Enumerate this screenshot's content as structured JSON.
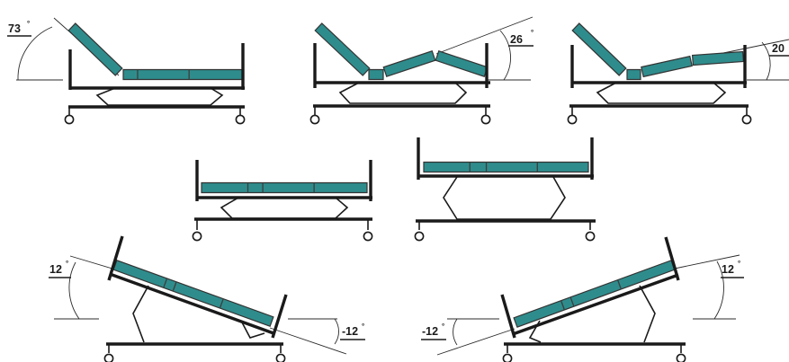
{
  "colors": {
    "mattress": "#2f8c8c",
    "frame": "#1a1a1a",
    "background": "#ffffff"
  },
  "angle_labels": {
    "back_raised": "73",
    "thigh_raised": "26",
    "leg_raised": "20",
    "trendelenburg_up": "12",
    "trendelenburg_down": "-12",
    "reverse_down": "-12",
    "reverse_up": "12"
  },
  "degree_symbol": "°"
}
